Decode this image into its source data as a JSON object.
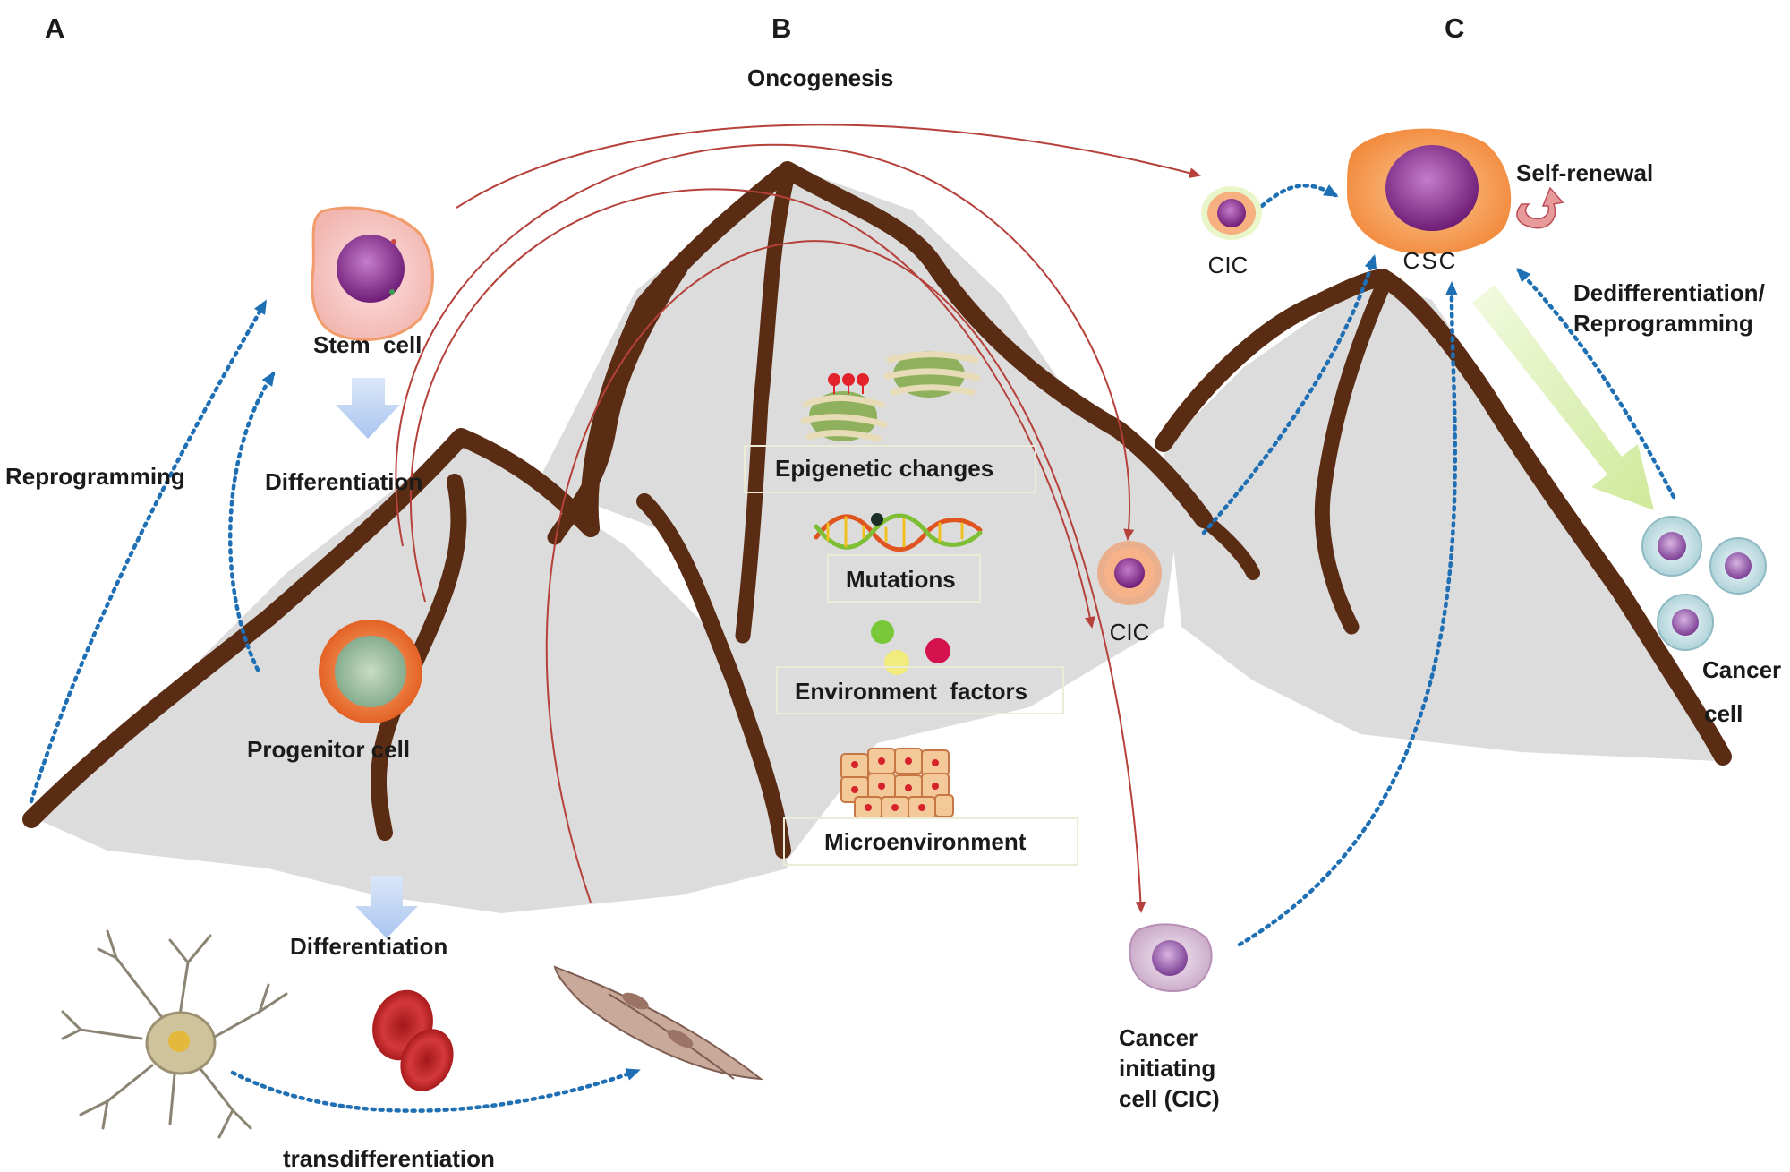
{
  "panels": {
    "a": "A",
    "b": "B",
    "c": "C"
  },
  "labels": {
    "oncogenesis": "Oncogenesis",
    "stem_cell": "Stem  cell",
    "differentiation_top": "Differentiation",
    "reprogramming": "Reprogramming",
    "progenitor_cell": "Progenitor cell",
    "differentiation_bottom": "Differentiation",
    "transdifferentiation": "transdifferentiation",
    "epigenetic_changes": "Epigenetic changes",
    "mutations": "Mutations",
    "environment_factors": "Environment  factors",
    "microenvironment": "Microenvironment",
    "cic_top": "CIC",
    "cic_mid": "CIC",
    "csc": "CSC",
    "self_renewal": "Self-renewal",
    "dediff_line1": "Dedifferentiation/",
    "dediff_line2": "Reprogramming",
    "cancer_line1": "Cancer",
    "cancer_line2": "cell",
    "cic_caption_line1": "Cancer",
    "cic_caption_line2": "initiating",
    "cic_caption_line3": "cell (CIC)"
  },
  "colors": {
    "mountain_fill": "#dcdcdc",
    "ridge": "#5a2c14",
    "oncogenesis_arrow": "#b5413a",
    "dotted_arrow": "#1f6fb5",
    "block_arrow": "#bcd3f4",
    "csc_body": "#f6a35c",
    "nucleus": "#8a2b8f",
    "progenitor": "#f07a3a",
    "green_arrow": "#dbf0b0"
  }
}
